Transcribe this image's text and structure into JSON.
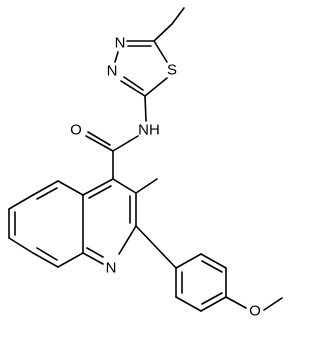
{
  "molecule": {
    "atoms": {
      "thiadiazole_n3": "N",
      "thiadiazole_n4": "N",
      "thiadiazole_s": "S",
      "amide_nh": "NH",
      "carbonyl_o": "O",
      "quinoline_n": "N",
      "methoxy_o": "O"
    },
    "colors": {
      "bond": "#000000",
      "label": "#000000",
      "background": "#ffffff"
    }
  }
}
